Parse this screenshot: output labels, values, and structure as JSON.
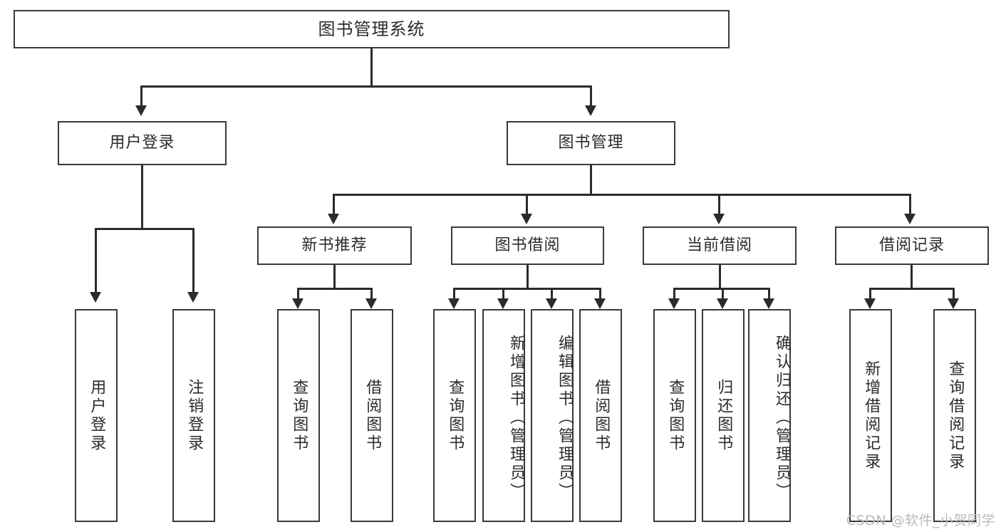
{
  "diagram": {
    "title": "图书管理系统",
    "type": "hierarchy-tree",
    "watermark": "CSDN @软件_小贺同学",
    "colors": {
      "box_border": "#3a3a3a",
      "connector": "#2b2b2b",
      "background": "#ffffff",
      "text": "#2b2b2b",
      "watermark": "#b9b9b9"
    },
    "root": {
      "label": "图书管理系统"
    },
    "level2": [
      {
        "label": "用户登录"
      },
      {
        "label": "图书管理"
      }
    ],
    "level3": [
      {
        "label": "新书推荐"
      },
      {
        "label": "图书借阅"
      },
      {
        "label": "当前借阅"
      },
      {
        "label": "借阅记录"
      }
    ],
    "leaves": {
      "user_login": [
        {
          "label": "用户登录"
        },
        {
          "label": "注销登录"
        }
      ],
      "new_book_recommend": [
        {
          "label": "查询图书"
        },
        {
          "label": "借阅图书"
        }
      ],
      "book_borrow": [
        {
          "label": "查询图书"
        },
        {
          "label": "新增图书（管理员）"
        },
        {
          "label": "编辑图书（管理员）"
        },
        {
          "label": "借阅图书"
        }
      ],
      "current_borrow": [
        {
          "label": "查询图书"
        },
        {
          "label": "归还图书"
        },
        {
          "label": "确认归还（管理员）"
        }
      ],
      "borrow_record": [
        {
          "label": "新增借阅记录"
        },
        {
          "label": "查询借阅记录"
        }
      ]
    }
  }
}
